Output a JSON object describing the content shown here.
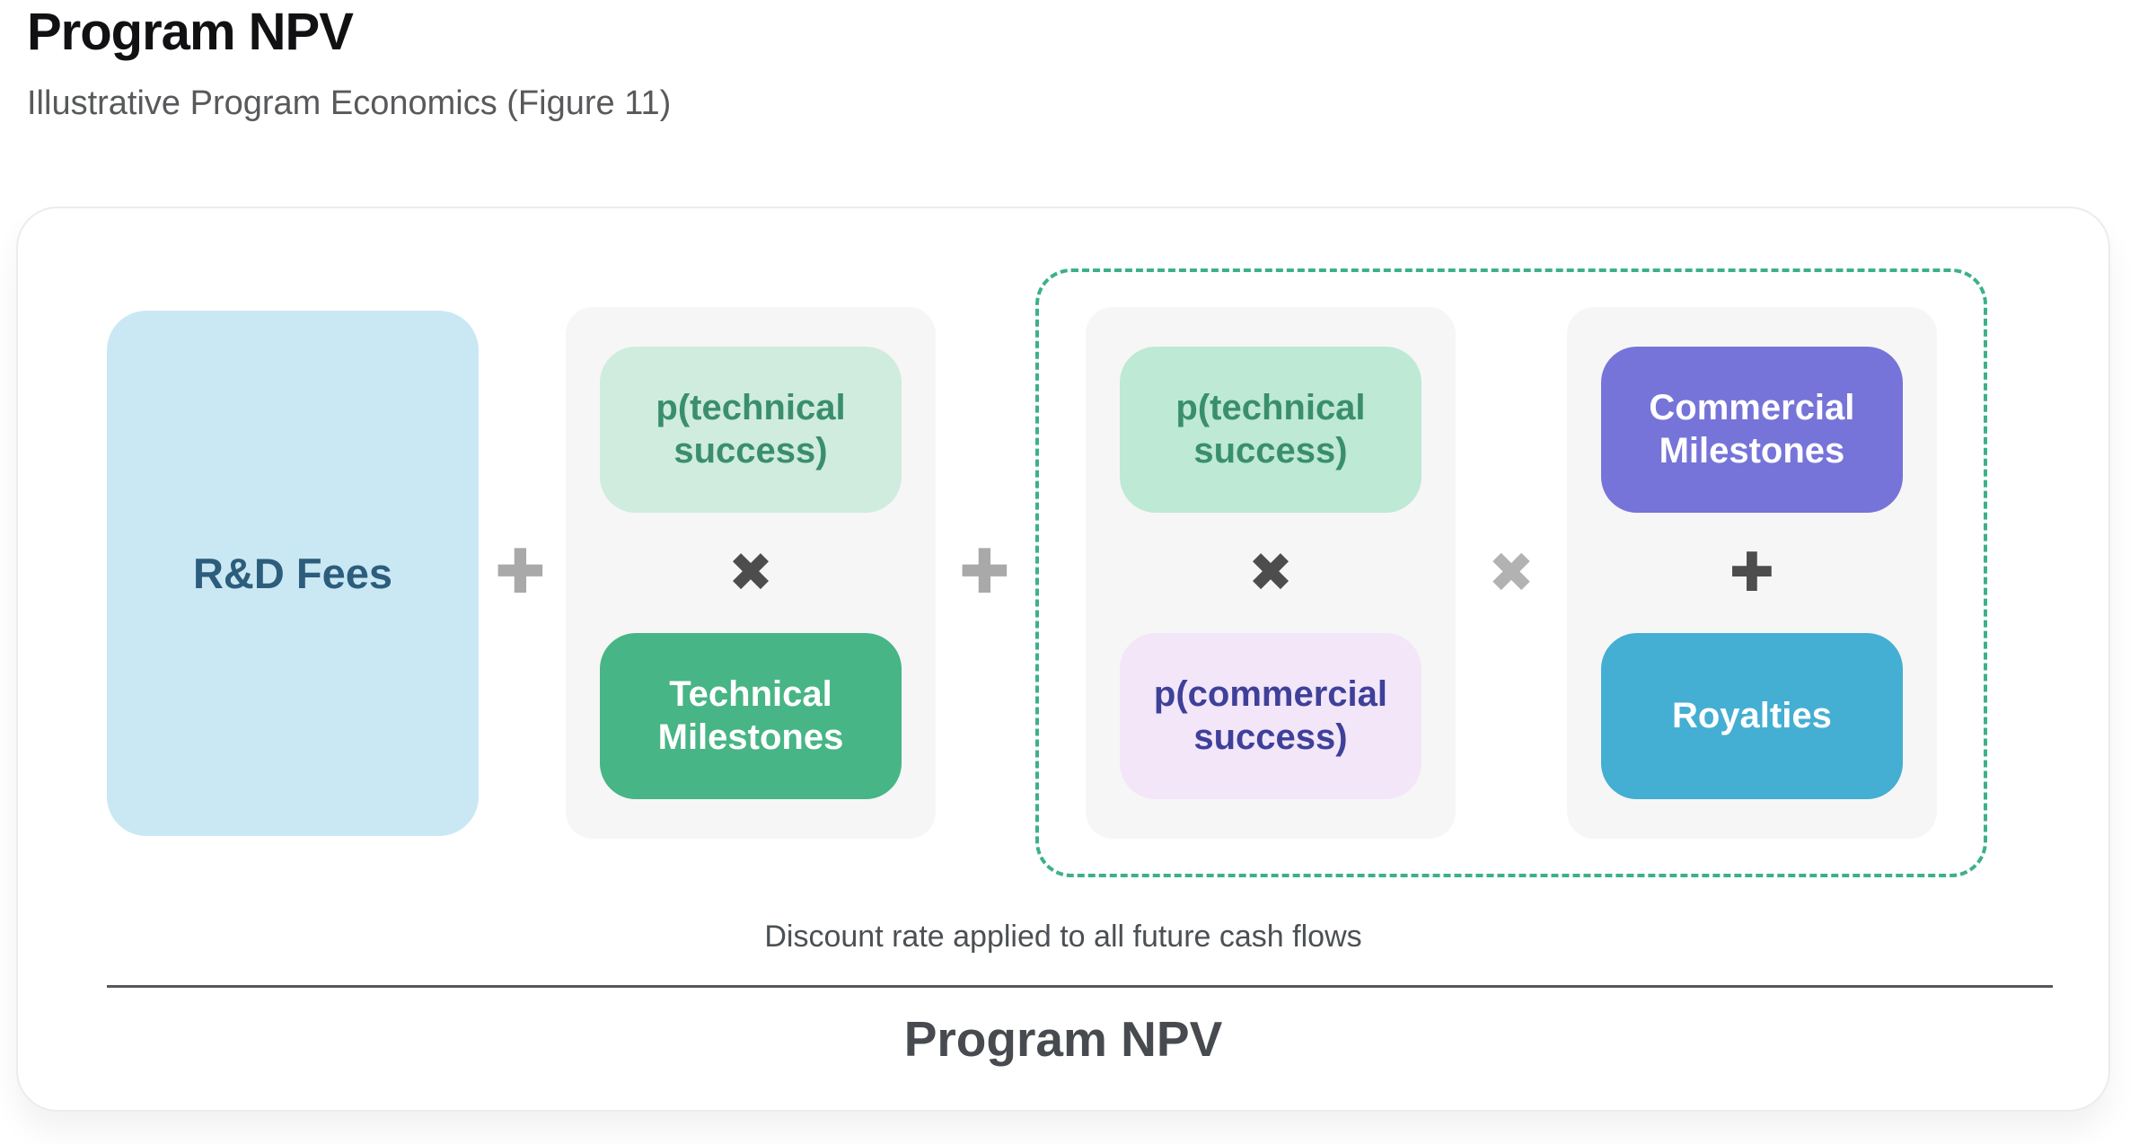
{
  "header": {
    "title": "Program NPV",
    "subtitle": "Illustrative Program Economics (Figure 11)"
  },
  "formula": {
    "rd_fees_label": "R&D Fees",
    "plus_1": "✚",
    "technical_group": {
      "p_technical": "p(technical success)",
      "times": "✖",
      "technical_milestones": "Technical Milestones"
    },
    "plus_2": "✚",
    "commercial_group": {
      "probability_subgroup": {
        "p_technical": "p(technical success)",
        "times": "✖",
        "p_commercial": "p(commercial success)"
      },
      "times_between_subgroups": "✖",
      "payout_subgroup": {
        "commercial_milestones": "Commercial Milestones",
        "plus": "✚",
        "royalties": "Royalties"
      }
    }
  },
  "footer": {
    "discount_note": "Discount rate applied to all future cash flows",
    "result_label": "Program NPV"
  },
  "colors": {
    "rd_fees_bg": "#cae8f4",
    "rd_fees_text": "#2c5d7c",
    "group_bg": "#f6f6f7",
    "p_technical_bg_1": "#cfecdf",
    "p_technical_bg_2": "#bde9d5",
    "p_technical_text": "#3a8e6e",
    "technical_milestones_bg": "#47b585",
    "p_commercial_bg": "#f2e6f8",
    "p_commercial_text": "#3e4099",
    "commercial_milestones_bg": "#7674d9",
    "royalties_bg": "#44aed3",
    "dashed_border": "#3cb189",
    "operator_gray": "#a9a9a9",
    "operator_dark": "#4d4d4d",
    "operator_light_gray": "#b2b2b2"
  }
}
